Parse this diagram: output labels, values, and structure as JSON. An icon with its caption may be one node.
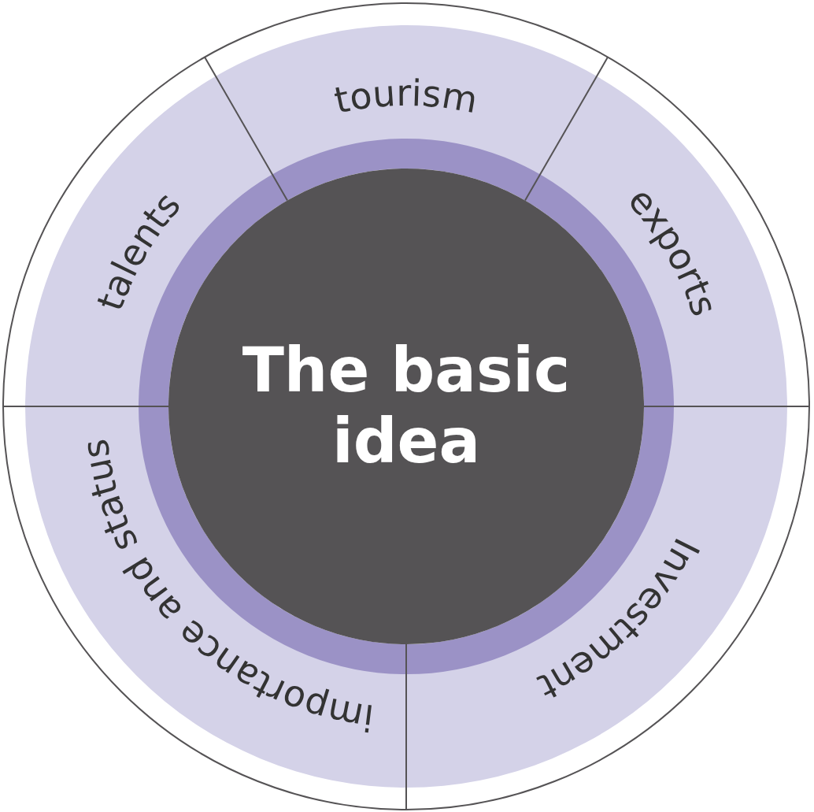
{
  "diagram": {
    "nodes": [
      {
        "text": [
          "The basic idea"
        ]
      },
      {
        "text": [
          "tourism"
        ]
      },
      {
        "text": [
          "exports"
        ]
      },
      {
        "text": [
          "Investment"
        ]
      },
      {
        "text": [
          "importance and status"
        ]
      },
      {
        "text": [
          "talents"
        ]
      }
    ]
  }
}
